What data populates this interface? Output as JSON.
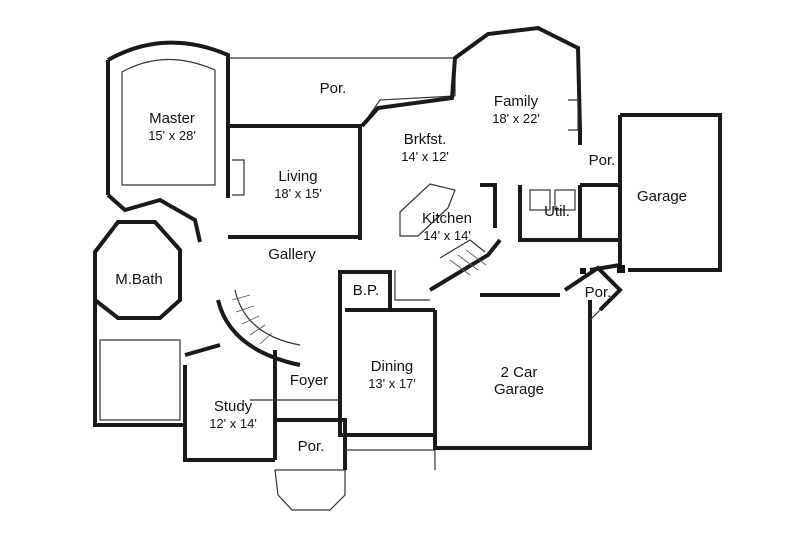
{
  "rooms": {
    "porch_top": {
      "name": "Por."
    },
    "master": {
      "name": "Master",
      "dims": "15' x 28'"
    },
    "living": {
      "name": "Living",
      "dims": "18' x 15'"
    },
    "brkfst": {
      "name": "Brkfst.",
      "dims": "14' x 12'"
    },
    "family": {
      "name": "Family",
      "dims": "18' x 22'"
    },
    "porch_side": {
      "name": "Por."
    },
    "garage_side": {
      "name": "Garage"
    },
    "util": {
      "name": "Util."
    },
    "kitchen": {
      "name": "Kitchen",
      "dims": "14' x 14'"
    },
    "gallery": {
      "name": "Gallery"
    },
    "mbath": {
      "name": "M.Bath"
    },
    "bp": {
      "name": "B.P."
    },
    "porch_right": {
      "name": "Por."
    },
    "foyer": {
      "name": "Foyer"
    },
    "dining": {
      "name": "Dining",
      "dims": "13' x 17'"
    },
    "garage2": {
      "name": "2 Car",
      "dims": "Garage"
    },
    "study": {
      "name": "Study",
      "dims": "12' x 14'"
    },
    "porch_front": {
      "name": "Por."
    }
  }
}
